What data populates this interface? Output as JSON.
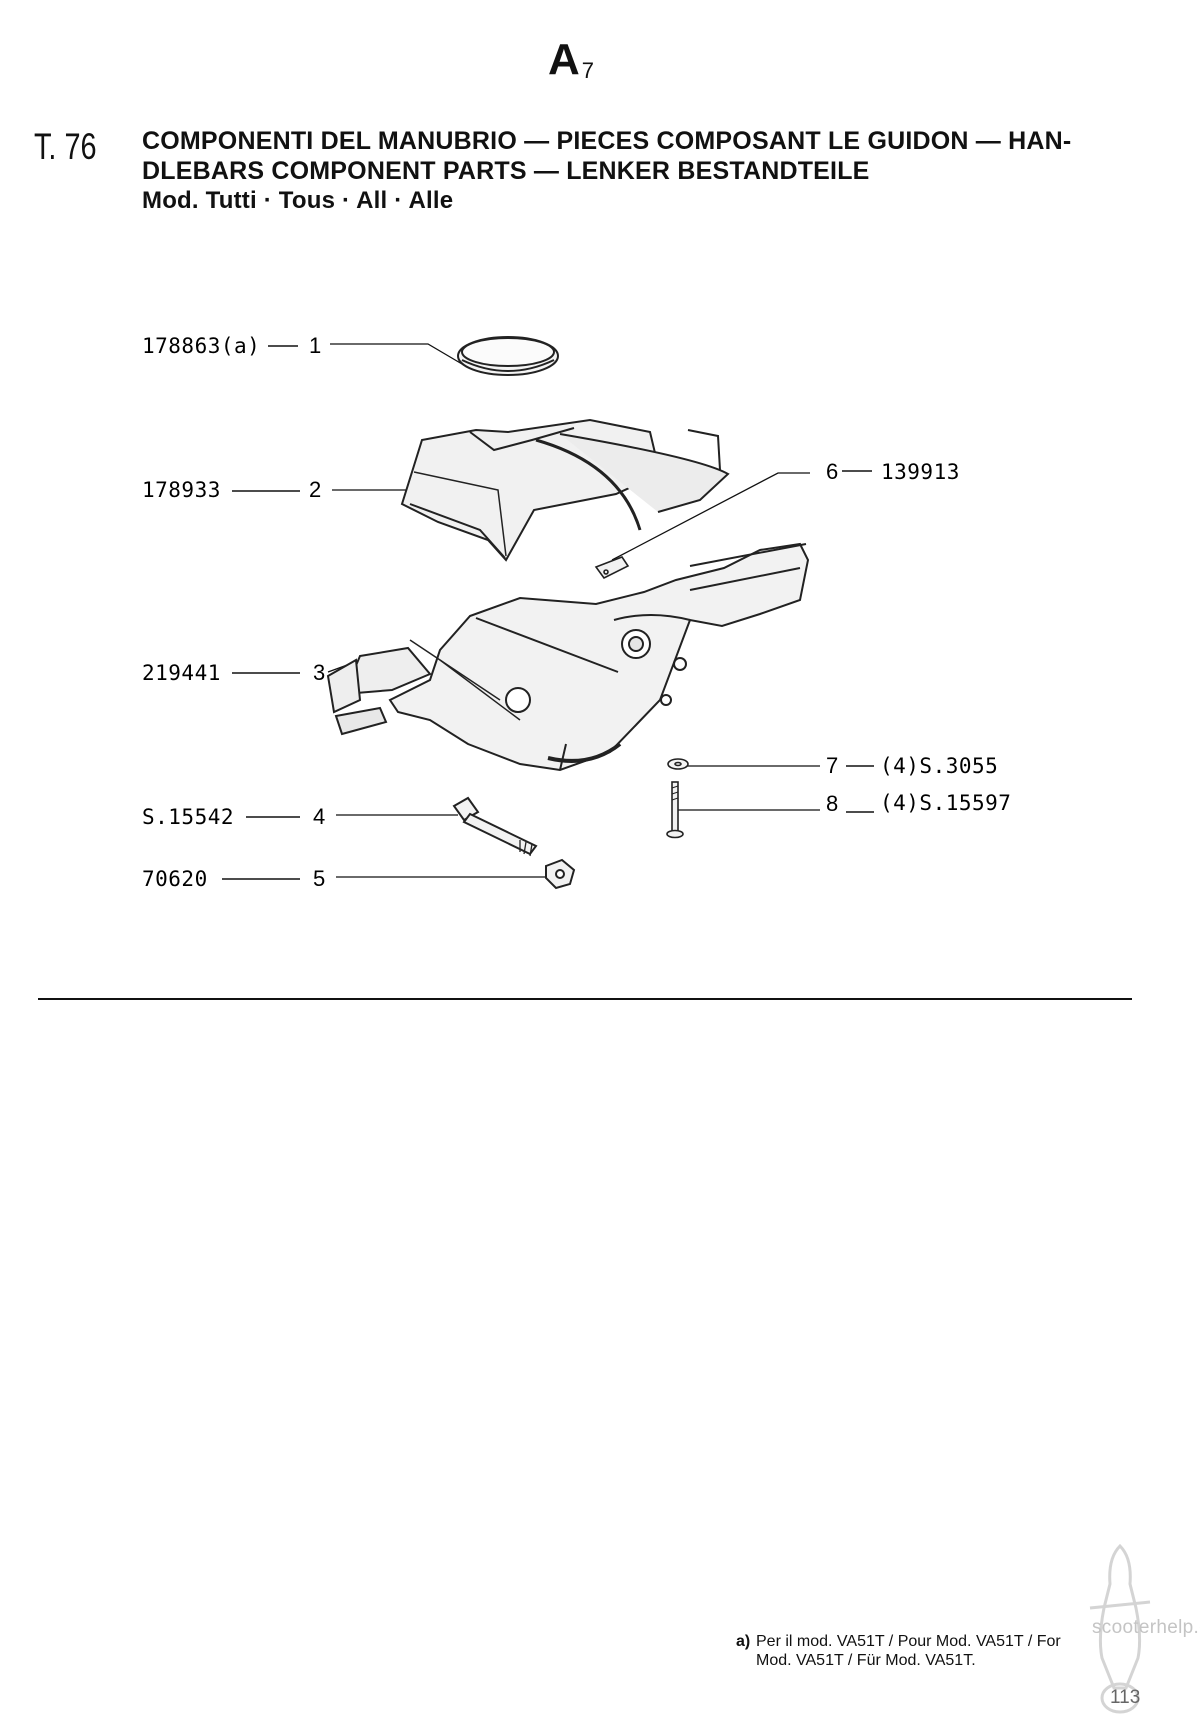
{
  "header": {
    "section_letter": "A",
    "section_subscript": "7",
    "table_number": "T. 76",
    "title_line1": "COMPONENTI DEL MANUBRIO — PIECES COMPOSANT LE GUIDON — HAN-",
    "title_line2": "DLEBARS COMPONENT PARTS — LENKER BESTANDTEILE",
    "models_line": "Mod. Tutti · Tous · All · Alle"
  },
  "parts_left": [
    {
      "part": "178863(a)",
      "index": "1"
    },
    {
      "part": "178933",
      "index": "2"
    },
    {
      "part": "219441",
      "index": "3"
    },
    {
      "part": "S.15542",
      "index": "4"
    },
    {
      "part": "70620",
      "index": "5"
    }
  ],
  "parts_right": [
    {
      "index": "6",
      "part": "139913"
    },
    {
      "index": "7",
      "part": "(4)S.3055"
    },
    {
      "index": "8",
      "part": "(4)S.15597"
    }
  ],
  "footnote": {
    "tag": "a)",
    "line1": "Per il mod. VA51T / Pour Mod. VA51T / For",
    "line2": "Mod. VA51T / Für Mod. VA51T."
  },
  "watermark": {
    "text": "scooterhelp.com"
  },
  "page_number": "113"
}
